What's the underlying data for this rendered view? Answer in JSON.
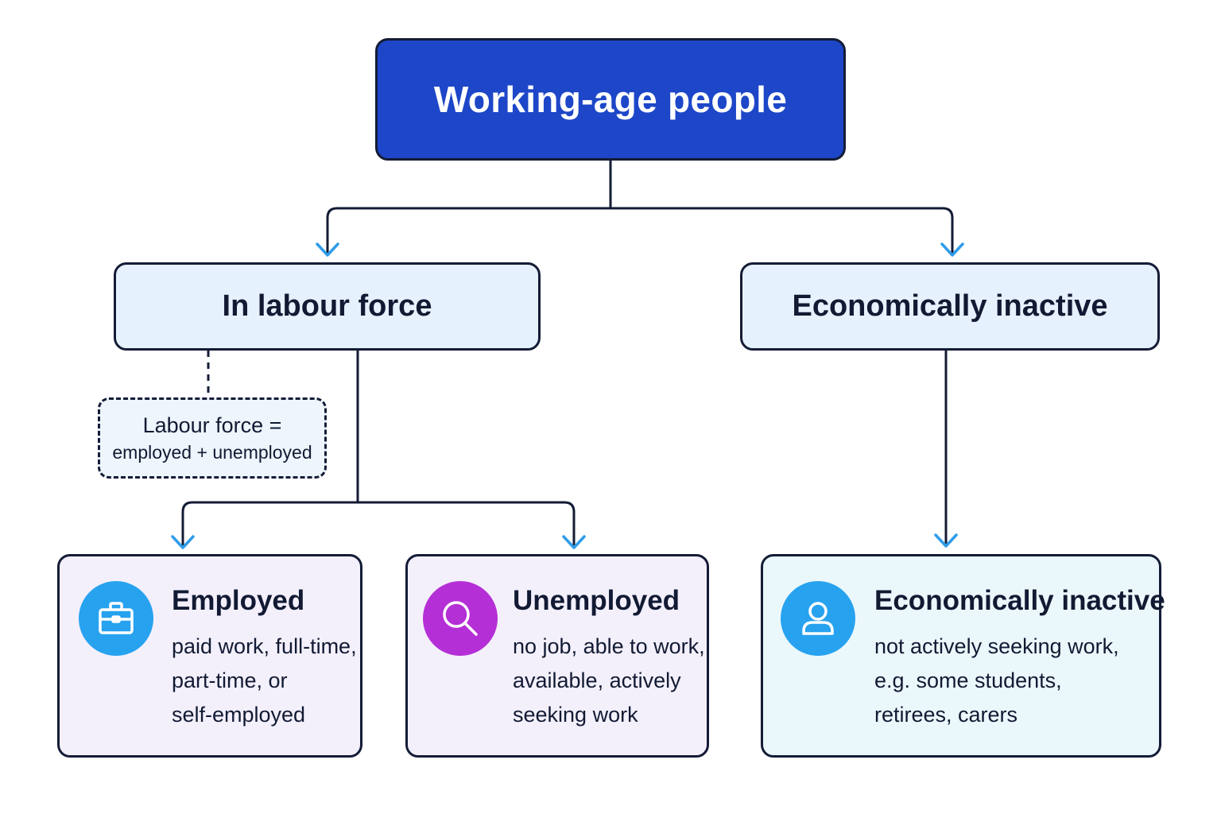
{
  "root": {
    "title": "Working-age people"
  },
  "branches": {
    "labour_force": {
      "title": "In labour force"
    },
    "inactive": {
      "title": "Economically inactive"
    }
  },
  "note": {
    "line1": "Labour force =",
    "line2": "employed + unemployed"
  },
  "leaves": {
    "employed": {
      "title": "Employed",
      "icon": "briefcase-icon",
      "color": "#27a2ef",
      "desc": [
        "paid work, full-time,",
        "part-time, or",
        "self-employed"
      ]
    },
    "unemployed": {
      "title": "Unemployed",
      "icon": "magnifier-icon",
      "color": "#b52fd6",
      "desc": [
        "no job, able to work,",
        "available, actively",
        "seeking work"
      ]
    },
    "inactive": {
      "title": "Economically inactive",
      "icon": "person-icon",
      "color": "#27a2ef",
      "desc": [
        "not actively seeking work,",
        "e.g. some students,",
        "retirees, carers"
      ]
    }
  },
  "colors": {
    "root_fill": "#1d47c8",
    "branch_fill": "#e5f1fd",
    "arrow": "#2f9ce8",
    "outline": "#141c36"
  }
}
